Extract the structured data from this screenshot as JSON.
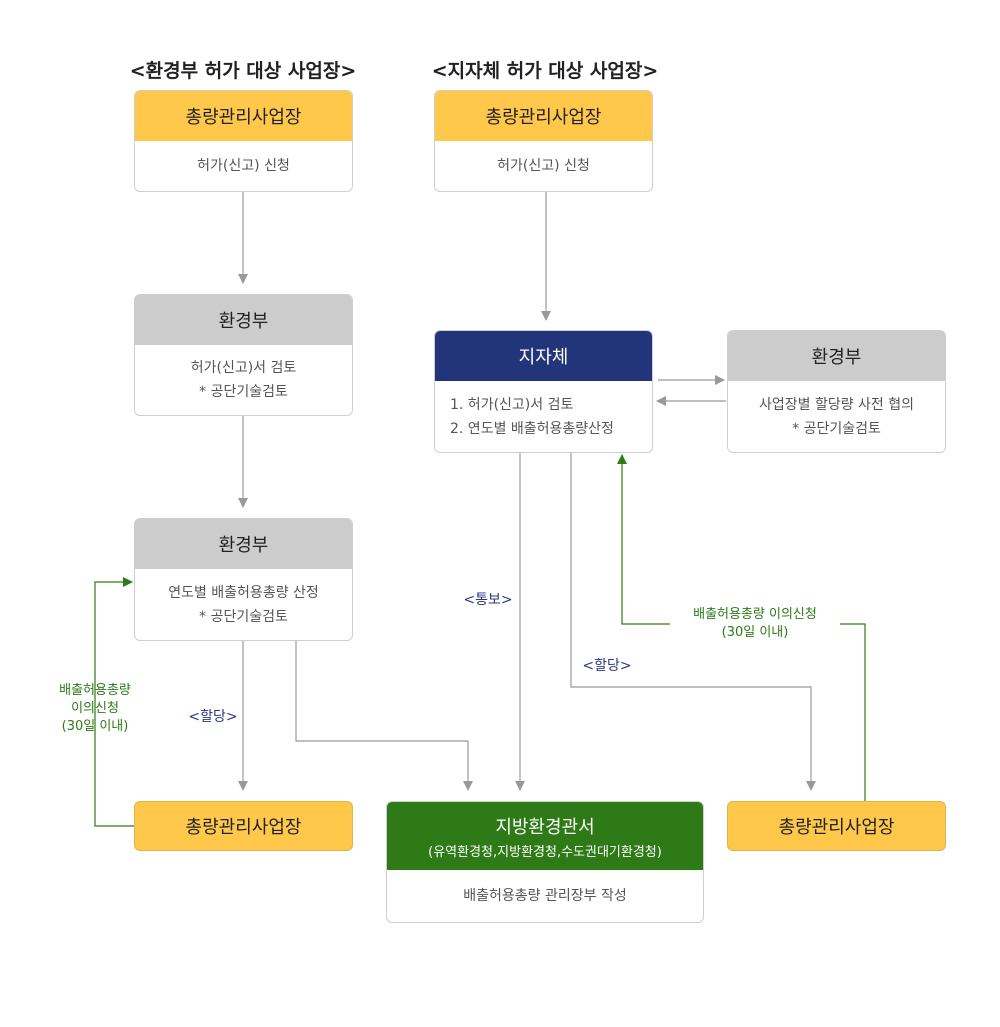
{
  "headings": {
    "left": "<환경부 허가 대상 사업장>",
    "right": "<지자체 허가 대상 사업장>"
  },
  "left": {
    "box1": {
      "title": "총량관리사업장",
      "body": "허가(신고) 신청"
    },
    "box2": {
      "title": "환경부",
      "body_line1": "허가(신고)서 검토",
      "body_line2": "* 공단기술검토"
    },
    "box3": {
      "title": "환경부",
      "body_line1": "연도별 배출허용총량 산정",
      "body_line2": "* 공단기술검토"
    },
    "box4": {
      "title": "총량관리사업장"
    },
    "label_allot": "<할당>",
    "label_objection_line1": "배출허용총량",
    "label_objection_line2": "이의신청",
    "label_objection_line3": "(30일 이내)"
  },
  "right": {
    "box1": {
      "title": "총량관리사업장",
      "body": "허가(신고) 신청"
    },
    "box2": {
      "title": "지자체",
      "body_line1": "1. 허가(신고)서 검토",
      "body_line2": "2. 연도별 배출허용총량산정"
    },
    "box3": {
      "title": "환경부",
      "body_line1": "사업장별 할당량 사전 협의",
      "body_line2": "* 공단기술검토"
    },
    "box4": {
      "title": "총량관리사업장"
    },
    "label_notice": "<통보>",
    "label_allot": "<할당>",
    "label_objection_line1": "배출허용총량 이의신청",
    "label_objection_line2": "(30일 이내)"
  },
  "center": {
    "title": "지방환경관서",
    "subtitle": "(유역환경청,지방환경청,수도권대기환경청)",
    "body": "배출허용총량 관리장부 작성"
  },
  "colors": {
    "yellow": "#ffc84a",
    "gray": "#cccccc",
    "navy": "#22357a",
    "green": "#2d7a17",
    "arrow": "#999999"
  }
}
